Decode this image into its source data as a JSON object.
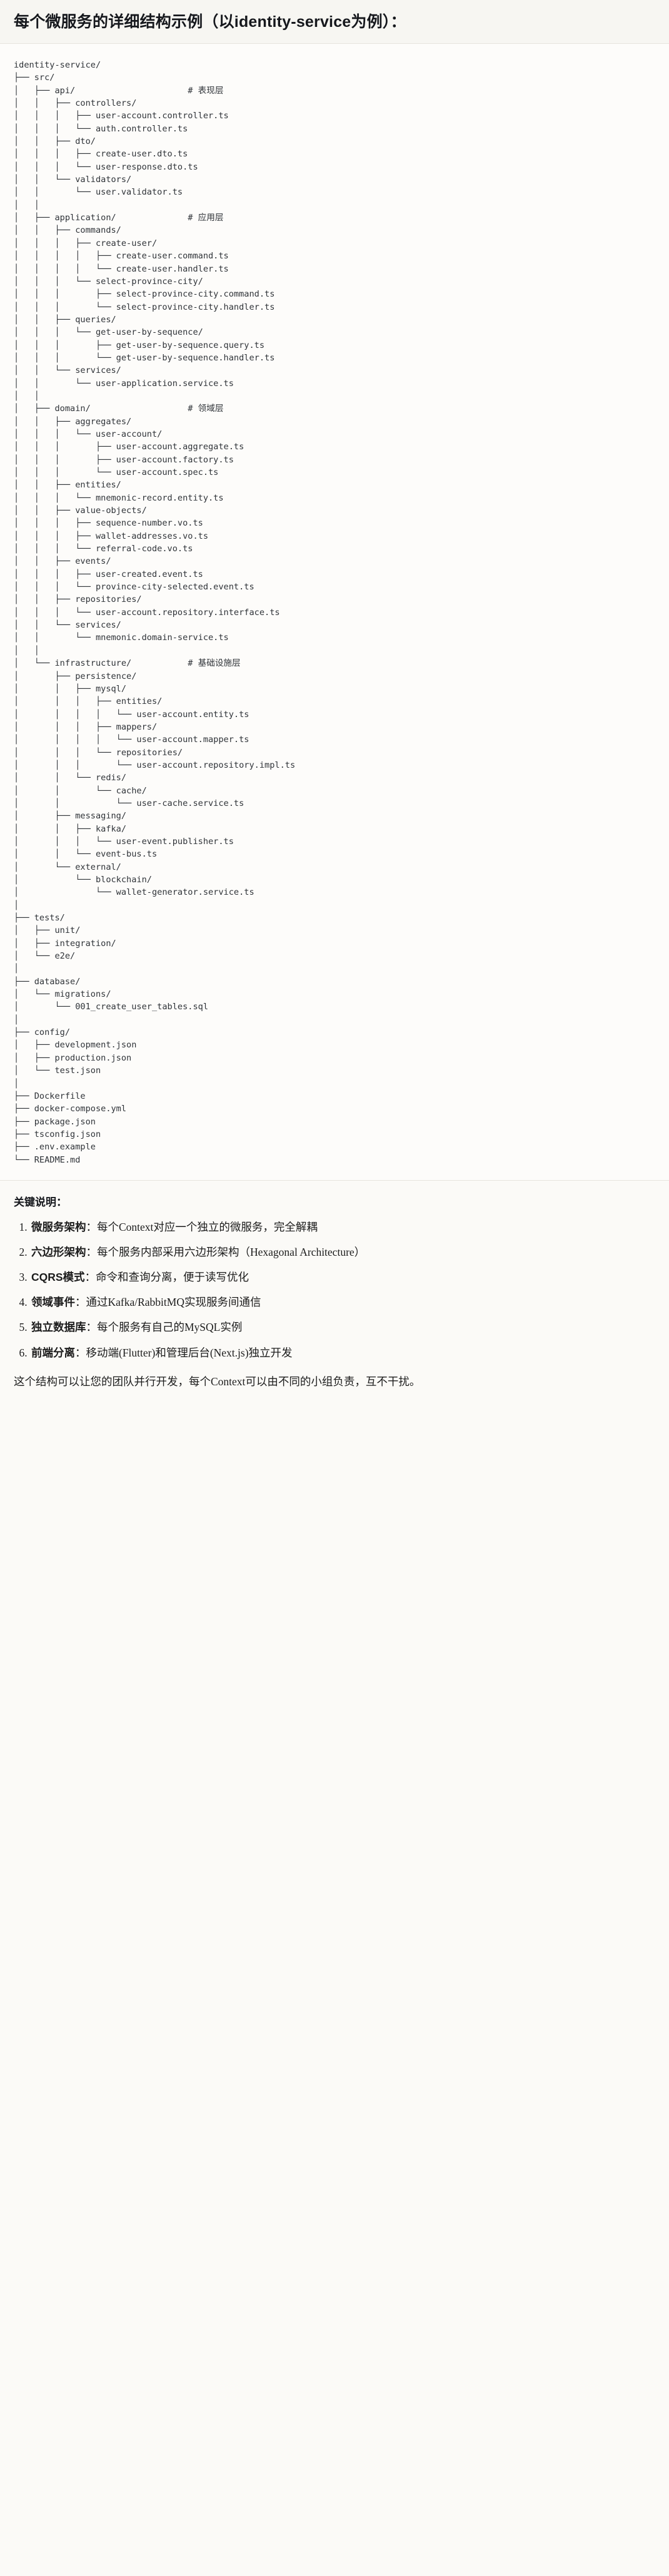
{
  "document": {
    "title": "每个微服务的详细结构示例（以identity-service为例）：",
    "notes_heading": "关键说明：",
    "closing": "这个结构可以让您的团队并行开发，每个Context可以由不同的小组负责，互不干扰。"
  },
  "tree": {
    "root": "identity-service/",
    "text": "identity-service/\n├── src/\n│   ├── api/                      # 表现层\n│   │   ├── controllers/\n│   │   │   ├── user-account.controller.ts\n│   │   │   └── auth.controller.ts\n│   │   ├── dto/\n│   │   │   ├── create-user.dto.ts\n│   │   │   └── user-response.dto.ts\n│   │   └── validators/\n│   │       └── user.validator.ts\n│   │\n│   ├── application/              # 应用层\n│   │   ├── commands/\n│   │   │   ├── create-user/\n│   │   │   │   ├── create-user.command.ts\n│   │   │   │   └── create-user.handler.ts\n│   │   │   └── select-province-city/\n│   │   │       ├── select-province-city.command.ts\n│   │   │       └── select-province-city.handler.ts\n│   │   ├── queries/\n│   │   │   └── get-user-by-sequence/\n│   │   │       ├── get-user-by-sequence.query.ts\n│   │   │       └── get-user-by-sequence.handler.ts\n│   │   └── services/\n│   │       └── user-application.service.ts\n│   │\n│   ├── domain/                   # 领域层\n│   │   ├── aggregates/\n│   │   │   └── user-account/\n│   │   │       ├── user-account.aggregate.ts\n│   │   │       ├── user-account.factory.ts\n│   │   │       └── user-account.spec.ts\n│   │   ├── entities/\n│   │   │   └── mnemonic-record.entity.ts\n│   │   ├── value-objects/\n│   │   │   ├── sequence-number.vo.ts\n│   │   │   ├── wallet-addresses.vo.ts\n│   │   │   └── referral-code.vo.ts\n│   │   ├── events/\n│   │   │   ├── user-created.event.ts\n│   │   │   └── province-city-selected.event.ts\n│   │   ├── repositories/\n│   │   │   └── user-account.repository.interface.ts\n│   │   └── services/\n│   │       └── mnemonic.domain-service.ts\n│   │\n│   └── infrastructure/           # 基础设施层\n│       ├── persistence/\n│       │   ├── mysql/\n│       │   │   ├── entities/\n│       │   │   │   └── user-account.entity.ts\n│       │   │   ├── mappers/\n│       │   │   │   └── user-account.mapper.ts\n│       │   │   └── repositories/\n│       │   │       └── user-account.repository.impl.ts\n│       │   └── redis/\n│       │       └── cache/\n│       │           └── user-cache.service.ts\n│       ├── messaging/\n│       │   ├── kafka/\n│       │   │   └── user-event.publisher.ts\n│       │   └── event-bus.ts\n│       └── external/\n│           └── blockchain/\n│               └── wallet-generator.service.ts\n│\n├── tests/\n│   ├── unit/\n│   ├── integration/\n│   └── e2e/\n│\n├── database/\n│   └── migrations/\n│       └── 001_create_user_tables.sql\n│\n├── config/\n│   ├── development.json\n│   ├── production.json\n│   └── test.json\n│\n├── Dockerfile\n├── docker-compose.yml\n├── package.json\n├── tsconfig.json\n├── .env.example\n└── README.md"
  },
  "notes": [
    {
      "term": "微服务架构",
      "sep": "：",
      "desc": "每个Context对应一个独立的微服务，完全解耦"
    },
    {
      "term": "六边形架构",
      "sep": "：",
      "desc": "每个服务内部采用六边形架构（Hexagonal Architecture）"
    },
    {
      "term": "CQRS模式",
      "sep": "：",
      "desc": "命令和查询分离，便于读写优化"
    },
    {
      "term": "领域事件",
      "sep": "：",
      "desc": "通过Kafka/RabbitMQ实现服务间通信"
    },
    {
      "term": "独立数据库",
      "sep": "：",
      "desc": "每个服务有自己的MySQL实例"
    },
    {
      "term": "前端分离",
      "sep": "：",
      "desc": "移动端(Flutter)和管理后台(Next.js)独立开发"
    }
  ],
  "colors": {
    "page_background": "#fbfaf7",
    "code_background": "#fdfcfa",
    "header_background": "#f7f6f2",
    "text": "#1a1a1a",
    "code_text": "#2f3338",
    "divider": "#e6e4de"
  }
}
